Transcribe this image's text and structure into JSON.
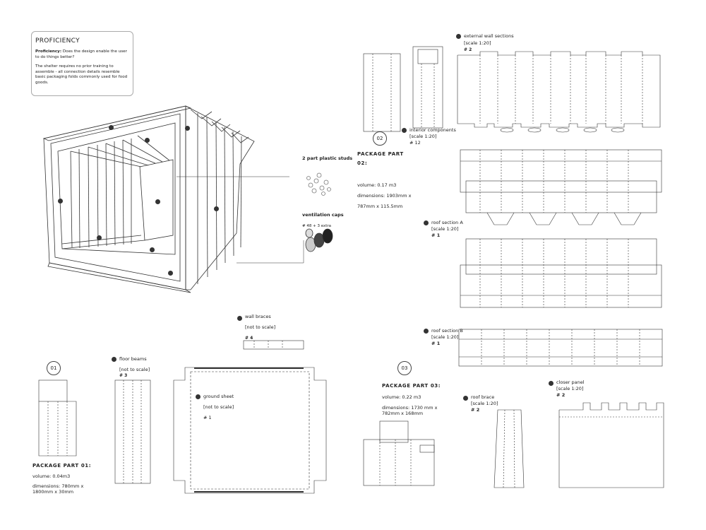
{
  "card": {
    "title": "PROFICIENCY",
    "question_label": "Proficiency:",
    "question": " Does the design enable the user to do things better?",
    "answer": "The shelter requires no prior training to assemble - all connection details resemble basic packaging folds commonly used for food goods."
  },
  "callouts": {
    "studs": "2 part plastic studs",
    "caps": "ventilation caps",
    "caps_qty": "# 48 + 3 extra"
  },
  "packages": {
    "p01": {
      "num": "01",
      "title": "PACKAGE PART 01:",
      "volume": "volume: 0.04m3",
      "dimensions": "dimensions: 780mm x 1800mm x 30mm"
    },
    "p02": {
      "num": "02",
      "title": "PACKAGE PART 02:",
      "volume": "volume: 0.17 m3",
      "dimensions": "dimensions: 1903mm x 787mm x 115.5mm"
    },
    "p03": {
      "num": "03",
      "title": "PACKAGE PART 03:",
      "volume": "volume: 0.22 m3",
      "dimensions": "dimensions: 1730 mm x 782mm x 168mm"
    }
  },
  "components": {
    "external_wall": {
      "name": "external wall sections",
      "scale": "[scale 1:20]",
      "qty": "# 2"
    },
    "interior": {
      "name": "interior components",
      "scale": "[scale 1:20]",
      "qty": "# 12"
    },
    "roof_a": {
      "name": "roof section A",
      "scale": "[scale 1:20]",
      "qty": "# 1"
    },
    "roof_b": {
      "name": "roof section B",
      "scale": "[scale 1:20]",
      "qty": "# 1"
    },
    "wall_braces": {
      "name": "wall braces",
      "scale": "[not to scale]",
      "qty": "# 4"
    },
    "floor_beams": {
      "name": "floor beams",
      "scale": "[not to scale]",
      "qty": "# 3"
    },
    "ground_sheet": {
      "name": "ground sheet",
      "scale": "[not to scale]",
      "qty": "# 1"
    },
    "roof_brace": {
      "name": "roof brace",
      "scale": "[scale 1:20]",
      "qty": "# 2"
    },
    "closer_panel": {
      "name": "closer panel",
      "scale": "[scale 1:20]",
      "qty": "# 2"
    }
  }
}
